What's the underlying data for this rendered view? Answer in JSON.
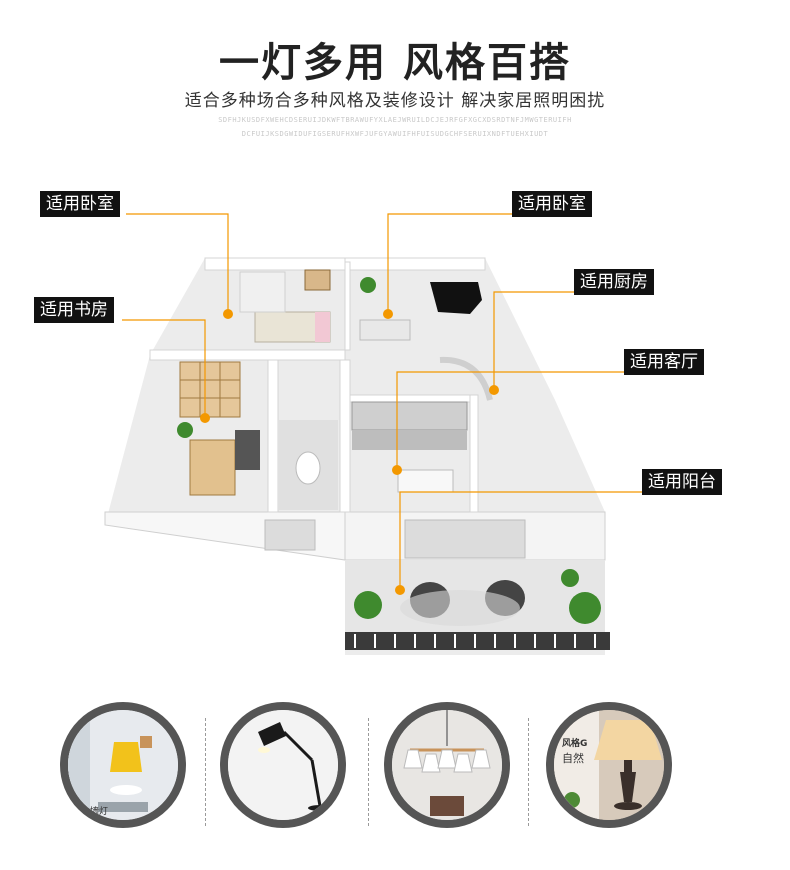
{
  "header": {
    "title": "一灯多用 风格百搭",
    "subtitle": "适合多种场合多种风格及装修设计 解决家居照明困扰",
    "faint_line_1": "SDFHJKUSDFXWEHCDSERUIJDKWFTBRAWUFYXLAEJWRUILDCJEJRFGFXGCXDSRDTNFJMWGTERUIFH",
    "faint_line_2": "DCFUIJKSDGWIDUFIGSERUFHXWFJUFGYAWUIFHFUISUDGCHFSERUIXNDFTUEHXIUDT"
  },
  "tags": {
    "bedroom_left": "适用卧室",
    "study": "适用书房",
    "bedroom_right": "适用卧室",
    "kitchen": "适用厨房",
    "living_room": "适用客厅",
    "balcony": "适用阳台"
  },
  "thumbnails": {
    "wall_lamp_caption": "墙灯",
    "bedside_caption": "风格G",
    "bedside_caption_2": "自然"
  },
  "colors": {
    "accent": "#f39800",
    "tag_bg": "#111111",
    "ring": "#555555"
  },
  "icons": [
    "wall-lamp-icon",
    "desk-lamp-icon",
    "chandelier-icon",
    "table-lamp-icon"
  ]
}
